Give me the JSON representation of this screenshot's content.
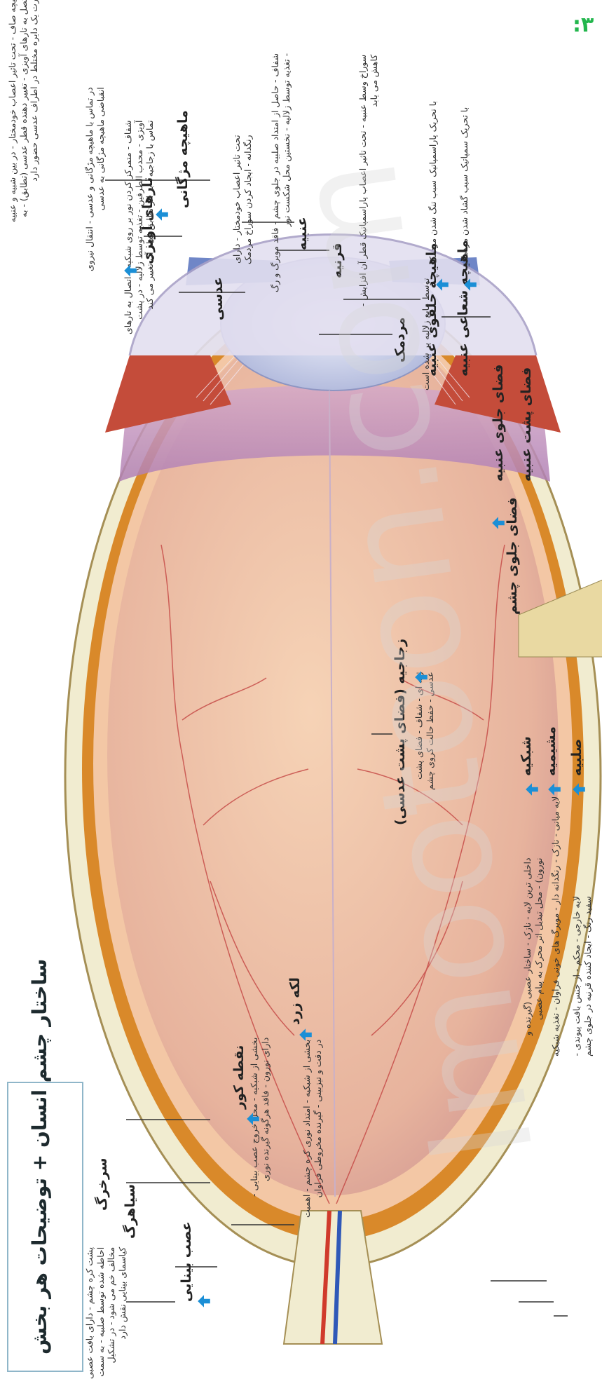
{
  "title": "ساختار چشم انسان + توضیحات هر بخش",
  "corner_mark": ":۳",
  "watermark": "Imootoon.com",
  "labels": {
    "cornea": "قرنیه",
    "iris": "عنبیه",
    "pupil": "مردمک",
    "lens": "عدسی",
    "ciliary_muscle": "ماهیچه مژگانی",
    "zonular_fibers": "تارهای آویزی",
    "iris_circular": "ماهیچه حلقوی عنبیه",
    "iris_radial": "ماهیچه شعاعی عنبیه",
    "anterior_chamber": "فضای جلوی عنبیه",
    "posterior_chamber": "فضای پشت عنبیه",
    "aqueous_space": "فضای جلوی چشم",
    "vitreous": "زجاجیه (فضای پشت عدسی)",
    "retina": "شبکیه",
    "choroid": "مشیمیه",
    "sclera": "صلبیه",
    "optic_nerve": "عصب بینایی",
    "vein": "سیاهرگ",
    "artery": "سرخرگ",
    "blind_spot": "نقطه کور",
    "yellow_spot": "لکه زرد"
  },
  "descriptions": {
    "ciliary_muscle": [
      "ماهیچه صاف - تحت تاثیر اعصاب خودمختار - در بین شبیه و عنبیه",
      "- متصل به تارهای آویزی - تغییر دهنده قطر عدسی (تطابق) - به",
      "صورت یک دایره مختلط در اطراف عدسی حضور دارد"
    ],
    "zonular_fibers": [
      "در تماس با ماهیچه مژگانی و عدسی - انتقال نیروی",
      "انقباضی ماهیچه مژگانی به عدسی"
    ],
    "lens": [
      "شفاف - متمرکز کردن نور بر روی شبکیه - اتصال به تارهای",
      "آویزی - محدب الطرفین - تغذیه توسط زلالیه - در پشت",
      "تماس با زجاجیه - بر اثر تطابق قطر آن تغییر می کند"
    ],
    "iris": [
      "تحت تاثیر اعصاب خودمختار - دارای",
      "رنگدانه - ایجاد کردن سوراخ مردمک"
    ],
    "cornea": [
      "شفاف - حاصل از امتداد صلبیه در جلوی چشم - فاقد مویرگ و رگ",
      "- تغذیه توسط زلالیه - نخستین محل شکست نور"
    ],
    "pupil": [
      "سوراخ وسط عنبیه - تحت تاثیر اعصاب پاراسمپاتیک قطر آن افزایش -",
      "کاهش می یابد"
    ],
    "iris_circular": "با تحریک پاراسمپاتیک سبب تنگ شدن مردمک",
    "iris_radial": "با تحریک سمپاتیک سبب گشاد شدن مردمک",
    "aqueous": "توسط مایع زلالیه پر شده است",
    "vitreous": [
      "ژله ای - شفاف - فضای پشت",
      "عدسی - حفظ حالت کروی چشم"
    ],
    "retina": [
      "داخلی ترین لایه - نازک - ساختار عصبی (گیرنده و",
      "نورون) - محل تبدیل اثر محرک به پیام عصبی"
    ],
    "choroid": "لایه میانی - نازک - رنگدانه دار - مویرگ های خونی فراوان - تغذیه شبکیه",
    "sclera": [
      "لایه خارجی - محکم - از جنس بافت پیوندی -",
      "سفید رنگ - ایجاد کننده قرنیه در جلوی چشم"
    ],
    "optic_nerve": [
      "پشت کره چشم - دارای بافت عصبی",
      "احاطه شده توسط صلبیه - به سمت",
      "مخالف خم می شود - در تشکیل",
      "کیاسمای بینایی نقش دارد"
    ],
    "blind_spot": [
      "بخشی از شبکیه - محل خروج عصب بینایی -",
      "دارای نورون - فاقد هرگونه گیرنده نوری"
    ],
    "yellow_spot": [
      "بخشی از شبکیه - امتداد نوری کره چشم - اهمیت",
      "در دقت و تیزبینی - گیرنده مخروطی فراوان"
    ]
  },
  "colors": {
    "accent_arrow": "#1b8fd6",
    "title_border": "#8fb6c9",
    "sclera": "#f1ecd0",
    "choroid": "#d9892a",
    "retina": "#f3c7a5",
    "vitreous": "#e7b9a3",
    "lens": "#c9d2ea",
    "ciliary": "#c44c3a",
    "iris": "#6f86c7",
    "cornea": "#d9d3ea",
    "badge": "#23b64d"
  }
}
